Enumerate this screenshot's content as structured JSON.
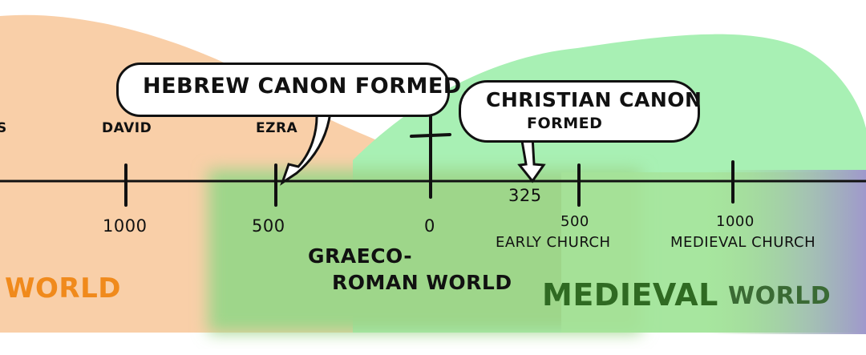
{
  "timeline": {
    "people": [
      {
        "label": "S"
      },
      {
        "label": "DAVID"
      },
      {
        "label": "EZRA"
      }
    ],
    "ticks": [
      {
        "label": "1000"
      },
      {
        "label": "500"
      },
      {
        "label": "0"
      },
      {
        "label": "325"
      },
      {
        "label": "500"
      },
      {
        "label": "1000"
      }
    ],
    "eras": {
      "early_church": "EARLY CHURCH",
      "medieval_church": "MEDIEVAL CHURCH"
    }
  },
  "callouts": {
    "hebrew": "HEBREW CANON FORMED",
    "christian_line1": "CHRISTIAN CANON",
    "christian_line2": "FORMED"
  },
  "worlds": {
    "left": "WORLD",
    "graeco_line1": "GRAECO-",
    "graeco_line2": "ROMAN WORLD",
    "medieval_a": "MEDIEVAL",
    "medieval_b": "WORLD"
  },
  "colors": {
    "orange_region": "#f9cfa8",
    "green_region": "#a8f0b4",
    "deep_green_region": "#9ed68a",
    "purple_edge": "#a39ac8",
    "orange_text": "#f08a1c",
    "green_text": "#2f6a22"
  }
}
